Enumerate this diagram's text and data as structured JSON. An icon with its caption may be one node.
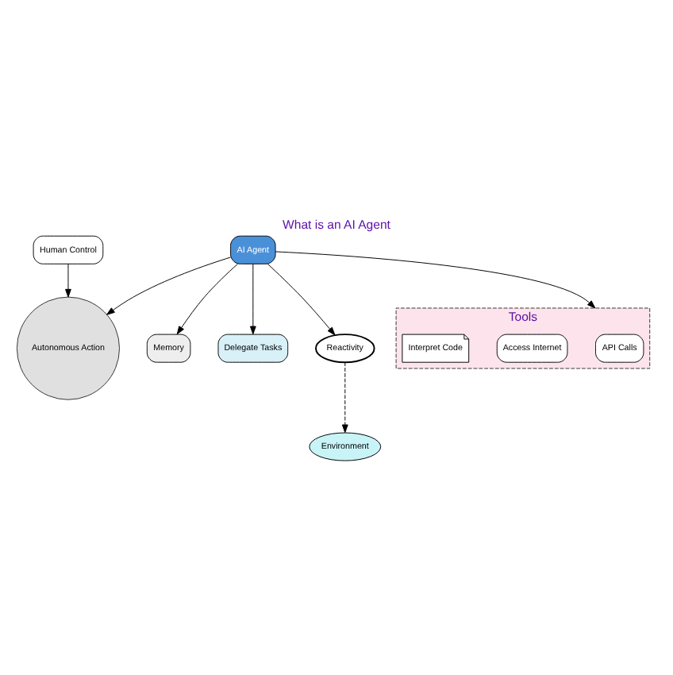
{
  "diagram": {
    "title": "What is an AI Agent",
    "nodes": [
      {
        "text": [
          "AI Agent"
        ]
      },
      {
        "text": [
          "Autonomous Action"
        ]
      },
      {
        "text": [
          "Human Control"
        ]
      },
      {
        "text": [
          "Memory"
        ]
      },
      {
        "text": [
          "Delegate Tasks"
        ]
      },
      {
        "text": [
          "Reactivity"
        ]
      },
      {
        "text": [
          "Environment"
        ]
      },
      {
        "text": [
          "Tools"
        ]
      },
      {
        "text": [
          "API Calls"
        ],
        "in": 7
      },
      {
        "text": [
          "Access Internet"
        ],
        "in": 7
      },
      {
        "text": [
          "Interpret Code"
        ],
        "in": 7
      }
    ],
    "edges": [
      {
        "from": 0,
        "to": 1,
        "arrow": "to"
      },
      {
        "from": 2,
        "to": 1,
        "arrow": "to"
      },
      {
        "from": 0,
        "to": 3,
        "arrow": "to"
      },
      {
        "from": 0,
        "to": 4,
        "arrow": "to"
      },
      {
        "from": 0,
        "to": 5,
        "arrow": "to"
      },
      {
        "from": 5,
        "to": 6,
        "arrow": "to",
        "style": "dashed"
      },
      {
        "from": 0,
        "to": 7,
        "arrow": "to"
      }
    ]
  }
}
